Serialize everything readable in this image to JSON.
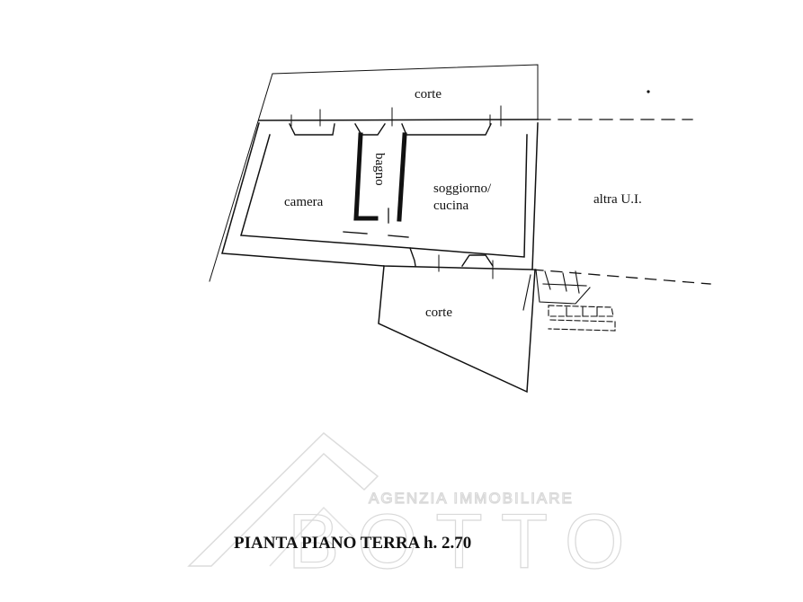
{
  "rooms": {
    "corte_top": "corte",
    "bagno": "bagno",
    "camera": "camera",
    "soggiorno_line1": "soggiorno/",
    "soggiorno_line2": "cucina",
    "altra": "altra U.I.",
    "corte_bottom": "corte"
  },
  "plan_title": "PIANTA PIANO TERRA h. 2.70",
  "watermark": {
    "tagline": "AGENZIA IMMOBILIARE",
    "brand": "BOTTO",
    "color": "#d9d9d9"
  },
  "colors": {
    "line": "#111111",
    "background": "#ffffff"
  }
}
